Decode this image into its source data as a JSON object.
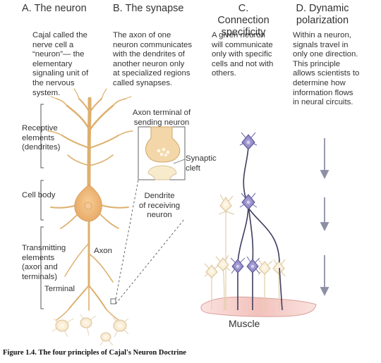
{
  "headers": {
    "a": "A. The neuron",
    "b": "B. The synapse",
    "c": "C. Connection\nspecificity",
    "d": "D. Dynamic\npolarization"
  },
  "descriptions": {
    "a": "Cajal called the\nnerve cell a\n“neuron”— the\nelementary\nsignaling unit of\nthe nervous\nsystem.",
    "b": "The axon of one\nneuron communicates\nwith the dendrites of\nanother neuron only\nat specialized regions\ncalled synapses.",
    "c": "A given neuron\nwill communicate\nonly with specific\ncells and not with\nothers.",
    "d": "Within a neuron,\nsignals travel in\nonly one direction.\nThis principle\nallows scientists to\ndetermine how\ninformation flows\nin neural circuits."
  },
  "neuron_labels": {
    "receptive": "Receptive\nelements\n(dendrites)",
    "cell_body": "Cell body",
    "transmitting": "Transmitting\nelements\n(axon and\nterminals)",
    "terminal": "Terminal",
    "axon": "Axon"
  },
  "synapse_labels": {
    "axon_terminal": "Axon terminal of\nsending neuron",
    "synaptic_cleft": "Synaptic\ncleft",
    "dendrite": "Dendrite\nof receiving\nneuron"
  },
  "specificity_labels": {
    "muscle": "Muscle"
  },
  "caption": "Figure 1.4. The four principles of Cajal's Neuron Doctrine",
  "colors": {
    "neuron_fill": "#f6d7a7",
    "neuron_stroke": "#d8a865",
    "cell_body": "#efb877",
    "purple": "#8e86c7",
    "purple_dark": "#4b4a78",
    "muscle": "#f4c7c3",
    "arrow": "#8d8fa6"
  }
}
